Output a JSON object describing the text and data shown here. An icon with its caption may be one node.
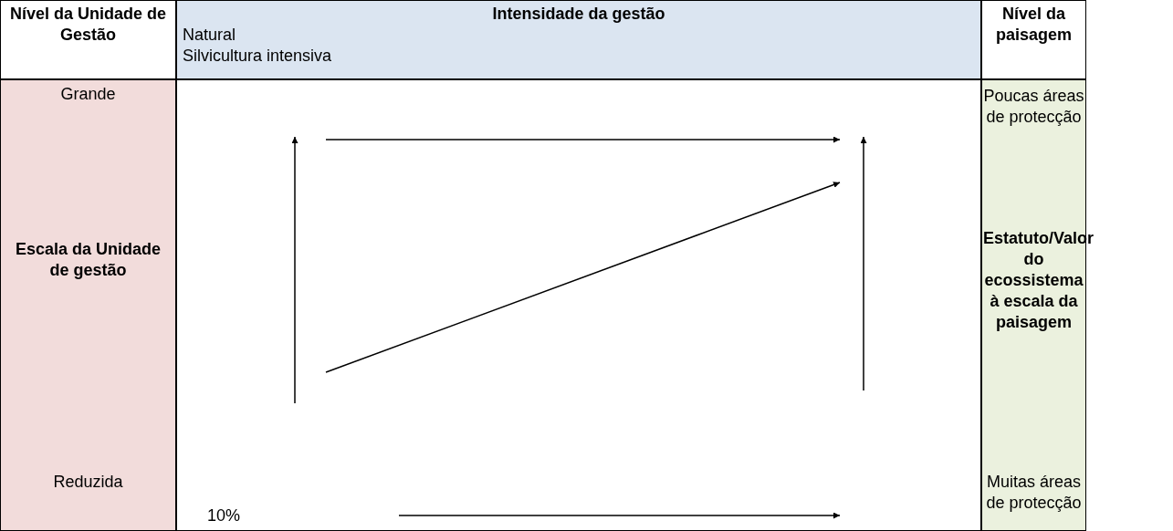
{
  "diagram": {
    "labels": [
      "Nível da Unidade de Gestão",
      "Intensidade da gestão",
      "Natural",
      "Silvicultura intensiva",
      "Nível da paisagem",
      "Grande",
      "Poucas áreas de protecção",
      "Escala da Unidade de gestão",
      "Estatuto/Valor do ecossistema à escala da paisagem",
      "Reduzida",
      "Muitas áreas de protecção",
      "10%"
    ]
  }
}
